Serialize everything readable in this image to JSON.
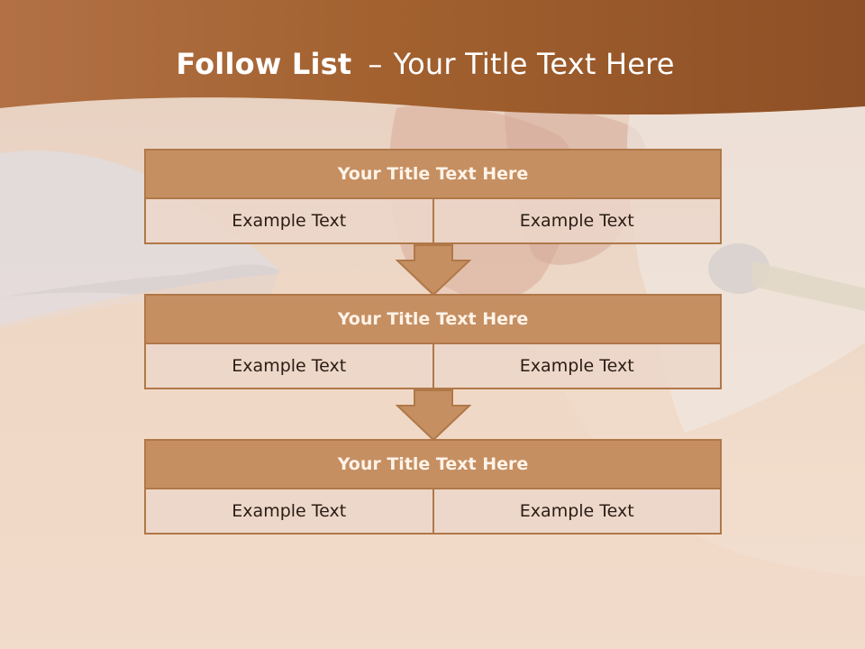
{
  "slide": {
    "title_bold": "Follow List",
    "title_dash": "–",
    "title_rest": "Your Title Text Here"
  },
  "blocks": [
    {
      "title": "Your Title Text Here",
      "left": "Example Text",
      "right": "Example Text"
    },
    {
      "title": "Your Title Text Here",
      "left": "Example Text",
      "right": "Example Text"
    },
    {
      "title": "Your Title Text Here",
      "left": "Example Text",
      "right": "Example Text"
    }
  ],
  "colors": {
    "header": "#9a5a2c",
    "box_title": "#c58f62",
    "box_border": "#b07848",
    "cell": "#ecd6ca"
  }
}
